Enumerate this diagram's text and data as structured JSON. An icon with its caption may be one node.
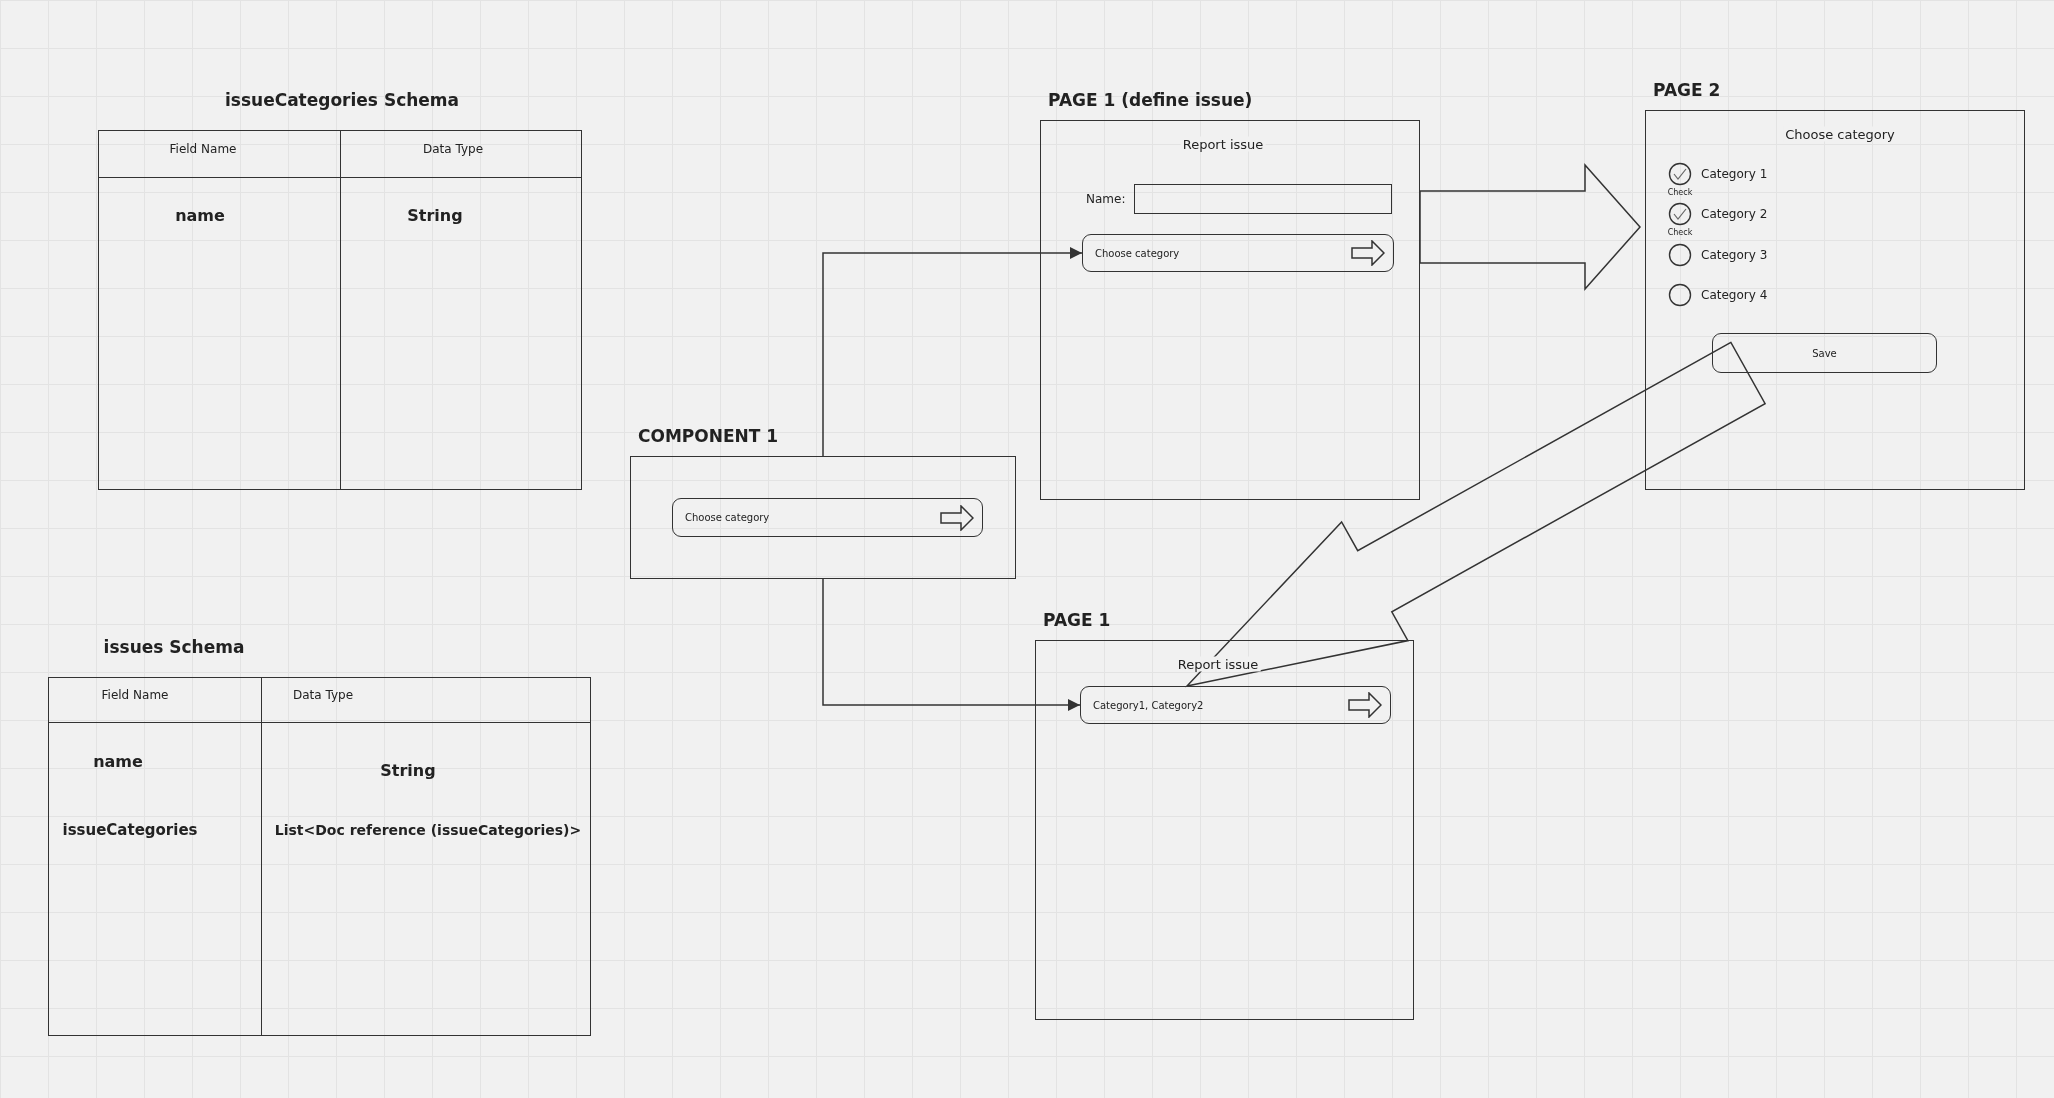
{
  "diagram": {
    "nodes": [
      {
        "text": [
          "issueCategories Schema"
        ]
      },
      {
        "text": [
          "issues Schema"
        ]
      },
      {
        "text": [
          "PAGE 1 (define issue)",
          "Report issue"
        ]
      },
      {
        "text": [],
        "shape": "box",
        "beside": [
          "Name:"
        ],
        "in": 2
      },
      {
        "text": [
          "Choose category"
        ],
        "in": 2
      },
      {
        "text": [
          "PAGE 2",
          "Choose category"
        ]
      },
      {
        "text": [
          "Category 1"
        ],
        "beside": [
          "Check"
        ],
        "in": 5
      },
      {
        "text": [
          "Category 2"
        ],
        "beside": [
          "Check"
        ],
        "in": 5
      },
      {
        "text": [
          "Category 3"
        ],
        "in": 5
      },
      {
        "text": [
          "Category 4"
        ],
        "in": 5
      },
      {
        "text": [
          "Save"
        ],
        "in": 5
      },
      {
        "text": [
          "COMPONENT 1"
        ]
      },
      {
        "text": [
          "Choose category"
        ],
        "in": 11
      },
      {
        "text": [
          "PAGE 1",
          "Report issue"
        ]
      },
      {
        "text": [
          "Category1, Category2"
        ],
        "in": 13
      }
    ],
    "edges": [
      {
        "from": 11,
        "to": 4,
        "arrow": "to"
      },
      {
        "from": 11,
        "to": 14,
        "arrow": "to"
      },
      {
        "from": 2,
        "to": 5,
        "arrow": "to",
        "style": "thick"
      },
      {
        "from": 10,
        "to": 14,
        "arrow": "to",
        "style": "thick"
      }
    ],
    "labels": [
      "Field Name",
      "Data Type",
      "name",
      "String",
      "Field Name",
      "Data Type",
      "name",
      "String",
      "issueCategories",
      "List<Doc reference (issueCategories)>"
    ]
  }
}
